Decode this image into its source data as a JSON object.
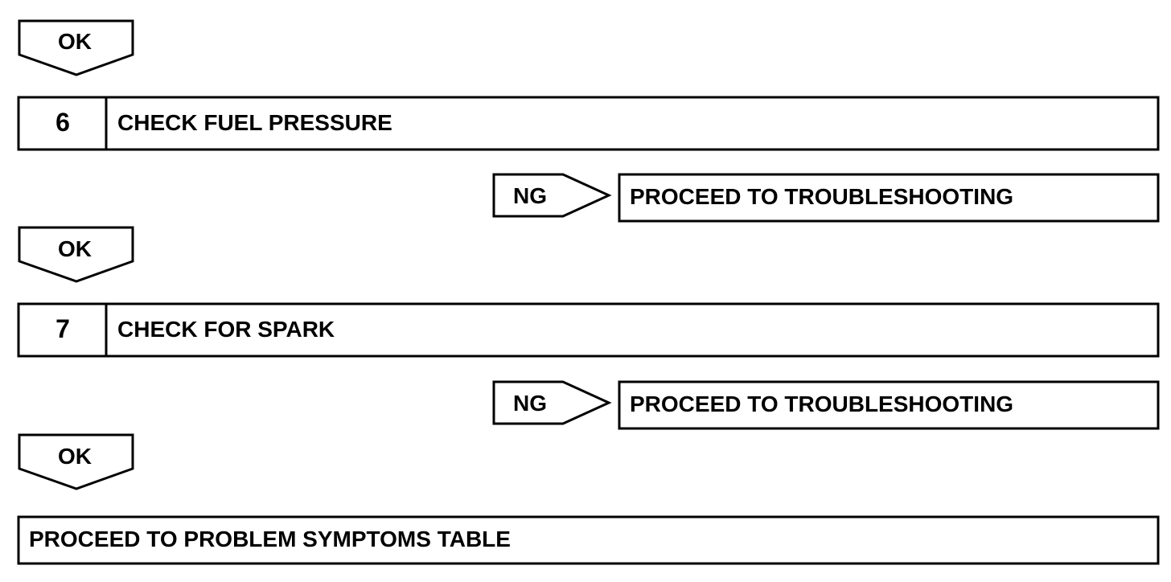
{
  "flow": {
    "ok_labels": [
      "OK",
      "OK",
      "OK"
    ],
    "steps": [
      {
        "number": "6",
        "title": "CHECK FUEL PRESSURE"
      },
      {
        "number": "7",
        "title": "CHECK FOR SPARK"
      }
    ],
    "ng_branches": [
      {
        "label": "NG",
        "result": "PROCEED TO TROUBLESHOOTING"
      },
      {
        "label": "NG",
        "result": "PROCEED TO TROUBLESHOOTING"
      }
    ],
    "final": {
      "text": "PROCEED TO PROBLEM SYMPTOMS TABLE"
    }
  },
  "colors": {
    "line": "#000000",
    "background": "#ffffff"
  }
}
